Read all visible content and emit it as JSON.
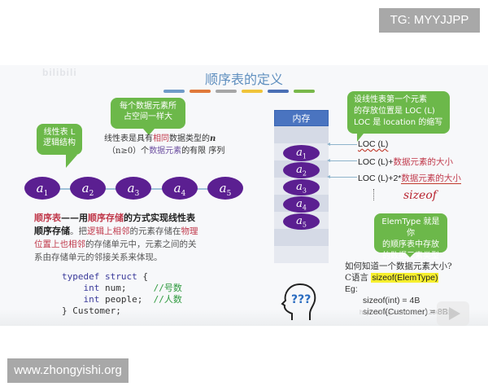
{
  "watermarks": {
    "top_right": "TG: MYYJJPP",
    "bottom_left": "www.zhongyishi.org",
    "video_logo": "bilibili",
    "url_overlay": "https://blog.csdn.net/...12867916"
  },
  "slide": {
    "title": "顺序表的定义",
    "color_bars": [
      "#6f9bc8",
      "#e0793a",
      "#a6a6a6",
      "#f0c43a",
      "#4a6fb5",
      "#78b84a"
    ],
    "bubbles": {
      "logical": [
        "线性表 L",
        "逻辑结构"
      ],
      "same_size": [
        "每个数据元素所",
        "占空间一样大"
      ],
      "loc_def": [
        "设线性表第一个元素",
        "的存放位置是 LOC (L)",
        "LOC 是 location 的缩写"
      ],
      "elemtype": [
        "ElemType 就是你",
        "的顺序表中存放",
        "的数据元素类型"
      ]
    },
    "definition": {
      "line1_a": "线性表是具有",
      "line1_red": "相同",
      "line1_b": "数据类型的",
      "line1_n": "n",
      "line2_a": "（n≥0）个",
      "line2_purple": "数据元素",
      "line2_b": "的有限 序列"
    },
    "chain_nodes": [
      {
        "label": "a",
        "sub": "1"
      },
      {
        "label": "a",
        "sub": "2"
      },
      {
        "label": "a",
        "sub": "3"
      },
      {
        "label": "a",
        "sub": "4"
      },
      {
        "label": "a",
        "sub": "5"
      }
    ],
    "seq_desc": {
      "l1_red1": "顺序表",
      "l1_a": "——用",
      "l1_red2": "顺序存储",
      "l1_b": "的方式实现线性表",
      "l2_bold": "顺序存储",
      "l2_a": "。把",
      "l2_red": "逻辑上相邻",
      "l2_b": "的元素存储在",
      "l2_red2": "物理",
      "l3_red": "位置上也相邻",
      "l3_a": "的存储单元中，元素之间的关",
      "l4": "系由存储单元的邻接关系来体现。"
    },
    "code": {
      "l1_kw": "typedef struct",
      "l1_rest": " {",
      "l2_kw": "int",
      "l2_rest": " num;",
      "l2_cm": "//号数",
      "l3_kw": "int",
      "l3_rest": " people;",
      "l3_cm": "//人数",
      "l4": "} Customer;"
    },
    "memory": {
      "header": "内存",
      "cells": [
        "",
        "a1",
        "a2",
        "a3",
        "a4",
        "a5",
        "",
        ""
      ],
      "nodes": [
        {
          "label": "a",
          "sub": "1"
        },
        {
          "label": "a",
          "sub": "2"
        },
        {
          "label": "a",
          "sub": "3"
        },
        {
          "label": "a",
          "sub": "4"
        },
        {
          "label": "a",
          "sub": "5"
        }
      ]
    },
    "addresses": {
      "loc0": "LOC (L)",
      "loc1_a": "LOC (L)+",
      "loc1_cn": "数据元素的大小",
      "loc2_a": "LOC (L)+2*",
      "loc2_cn": "数据元素的大小",
      "ellipsis": "⋮",
      "handwriting": "sizeof"
    },
    "question": {
      "q": "如何知道一个数据元素大小?",
      "c_lang_cn": "C语言 ",
      "c_lang_code": "sizeof(ElemType)",
      "eg": "Eg:",
      "ex1": "sizeof(int) = 4B",
      "ex2": "sizeof(Customer) = 8B"
    }
  }
}
